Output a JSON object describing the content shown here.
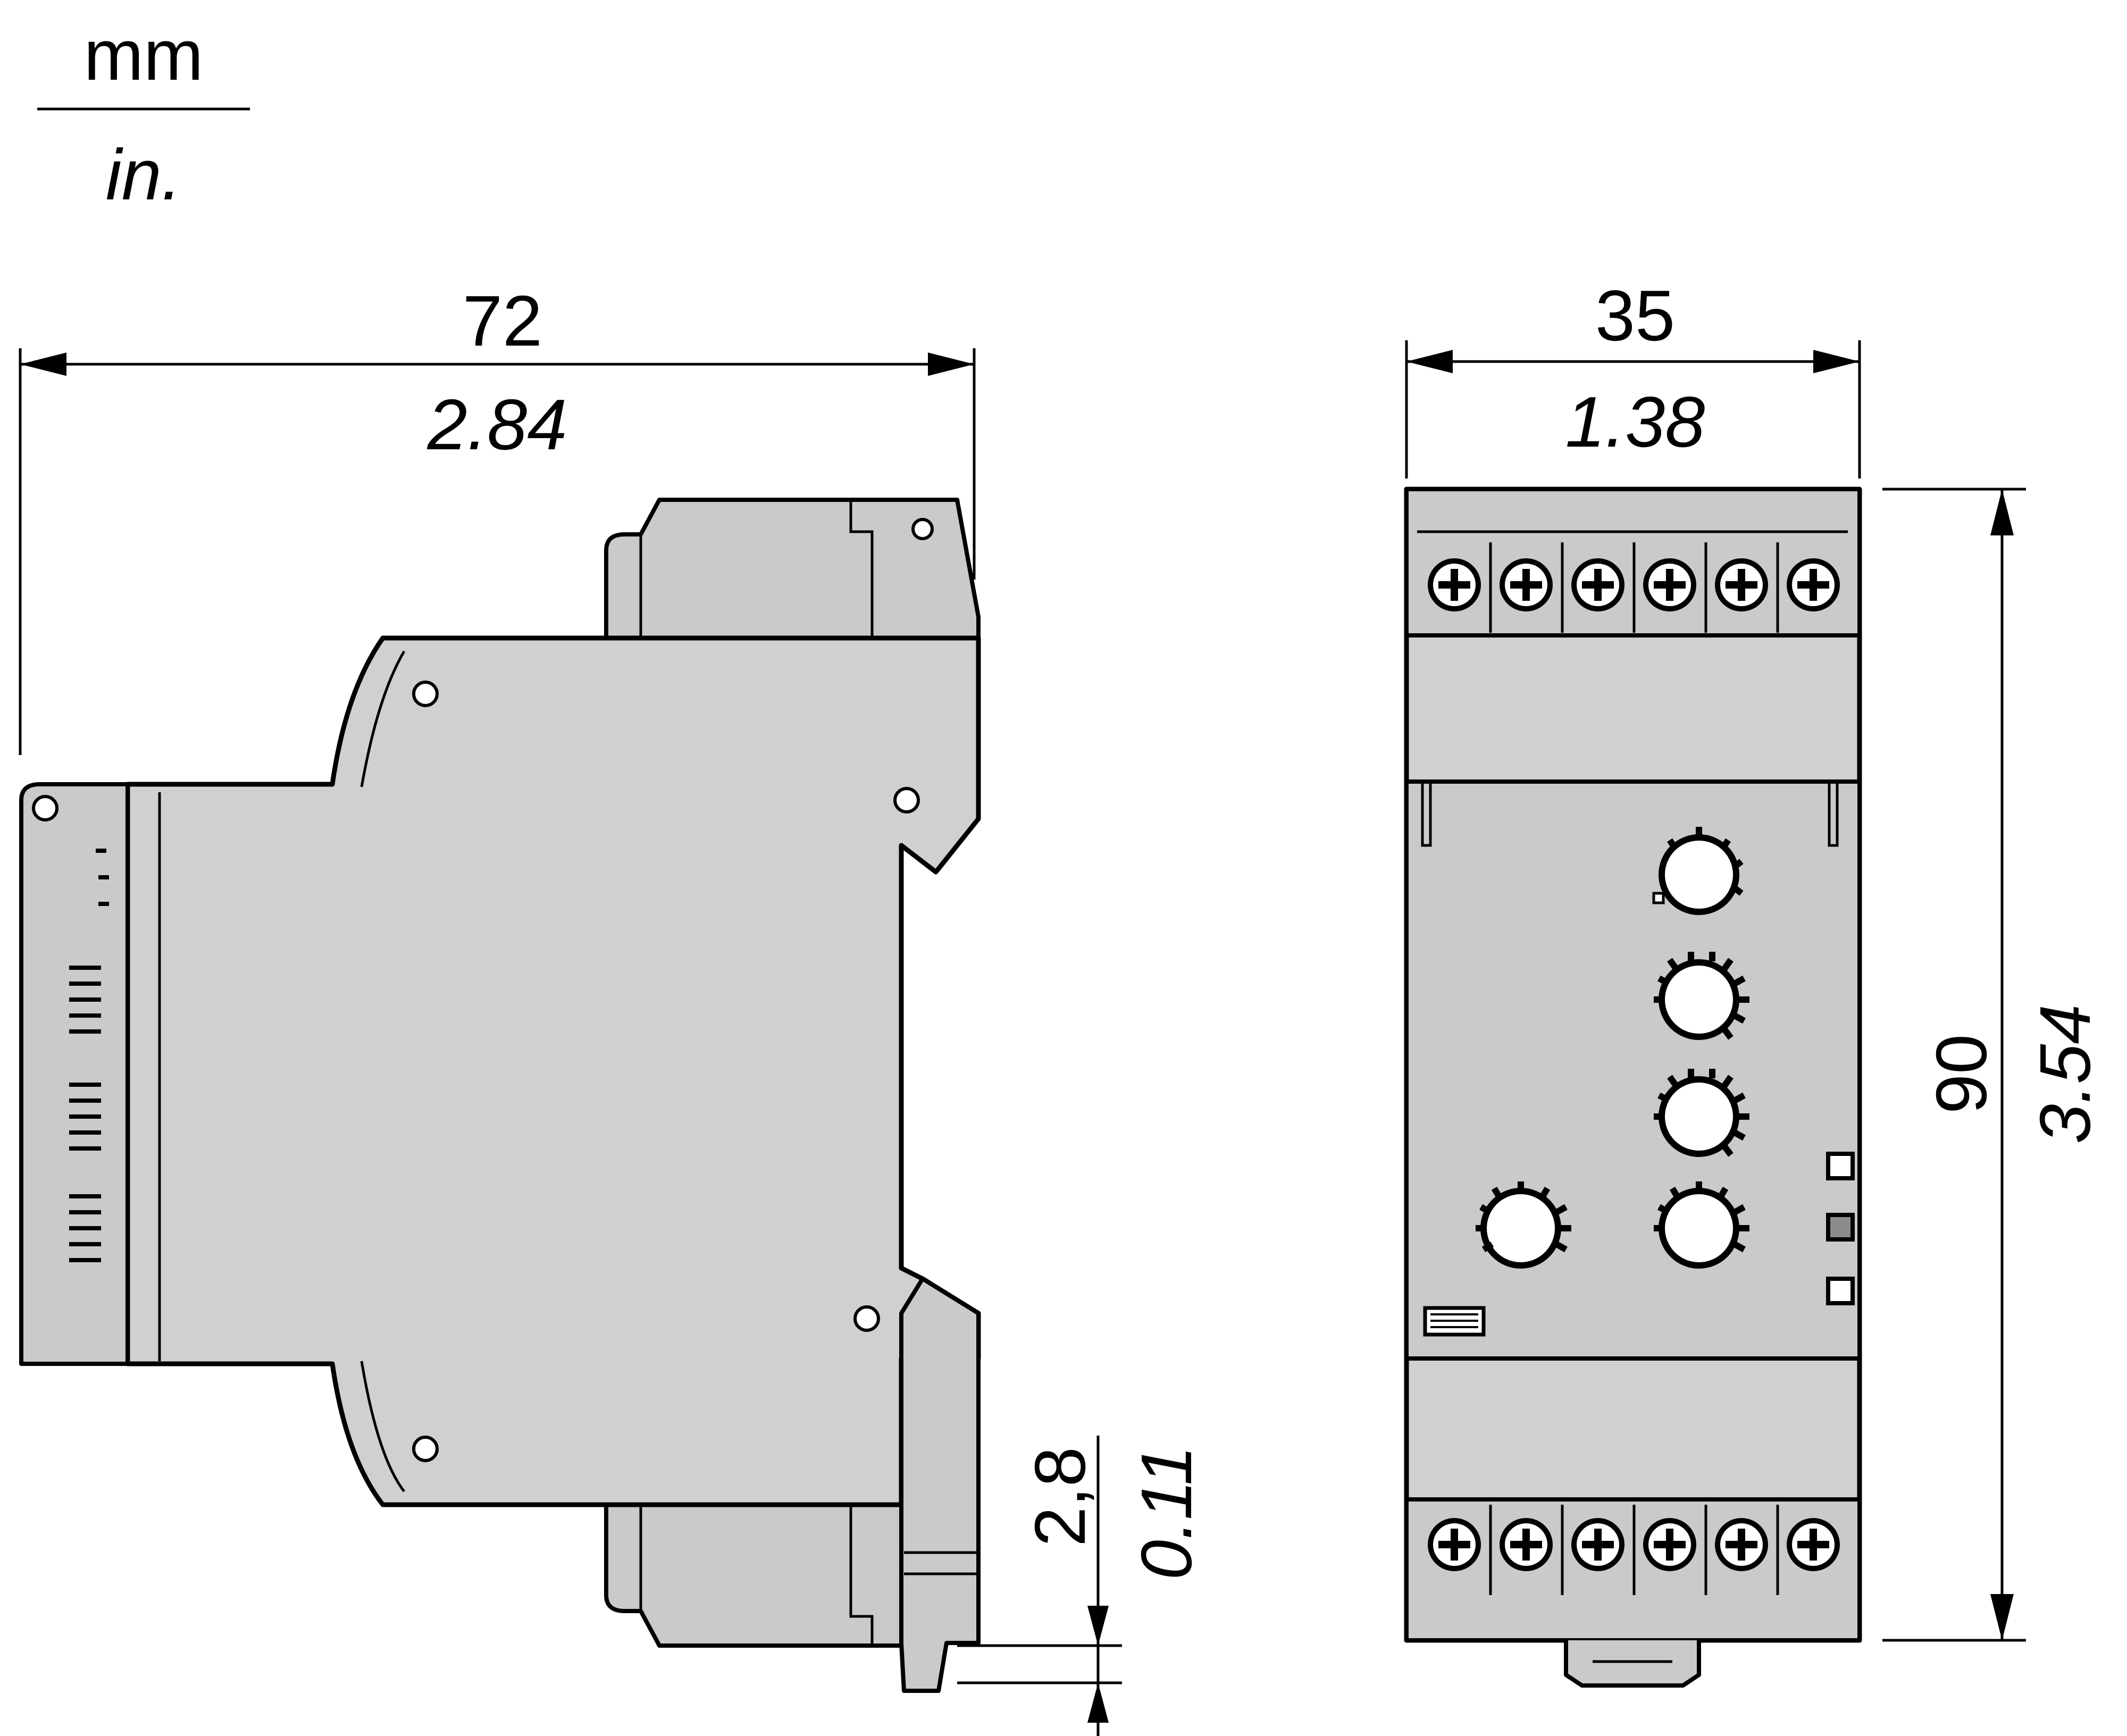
{
  "units": {
    "primary": "mm",
    "secondary": "in."
  },
  "side_view": {
    "width": {
      "mm": "72",
      "in": "2.84"
    },
    "rail_offset": {
      "mm": "2,8",
      "in": "0.11"
    }
  },
  "front_view": {
    "width": {
      "mm": "35",
      "in": "1.38"
    },
    "height": {
      "mm": "90",
      "in": "3.54"
    },
    "top_terminals": 6,
    "bottom_terminals": 6,
    "knobs": 5,
    "leds": 3
  },
  "colors": {
    "housing": "#cfd0d1",
    "line": "#000000",
    "background": "#ffffff"
  }
}
